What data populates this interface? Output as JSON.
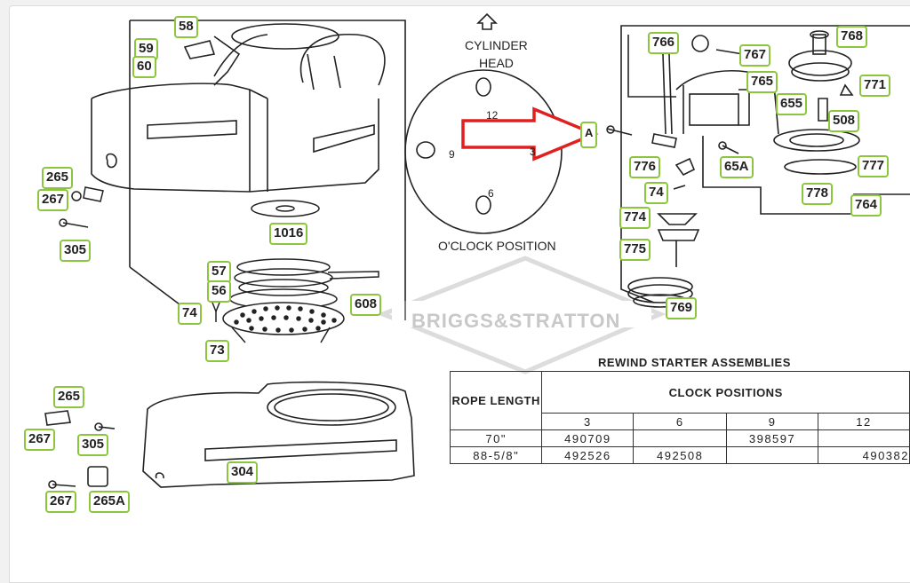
{
  "top_diagram": {
    "orientation_labels": {
      "cylinder_head": [
        "CYLINDER",
        "HEAD"
      ],
      "oclock_position": "O'CLOCK POSITION",
      "clock_numbers": [
        "12",
        "3",
        "6",
        "9"
      ]
    },
    "watermark": "BRIGGS&STRATTON",
    "arrow_color": "#e02020"
  },
  "callouts": {
    "c58": "58",
    "c59": "59",
    "c60": "60",
    "c265a": "265",
    "c267a": "267",
    "c305a": "305",
    "c1016": "1016",
    "c57": "57",
    "c56": "56",
    "c74a": "74",
    "c608": "608",
    "c73": "73",
    "c_arrow_target": "A",
    "c766": "766",
    "c767": "767",
    "c768": "768",
    "c765": "765",
    "c771": "771",
    "c655": "655",
    "c508": "508",
    "c776": "776",
    "c65A": "65A",
    "c777": "777",
    "c74b": "74",
    "c778": "778",
    "c764": "764",
    "c774": "774",
    "c775": "775",
    "c769": "769",
    "c265b": "265",
    "c267b": "267",
    "c305b": "305",
    "c304": "304",
    "c267c": "267",
    "c265A": "265A"
  },
  "table": {
    "title": "REWIND STARTER ASSEMBLIES",
    "rope_header": "ROPE LENGTH",
    "clock_header": "CLOCK POSITIONS",
    "columns": [
      "3",
      "6",
      "9",
      "12"
    ],
    "rows": [
      {
        "length": "70\"",
        "values": [
          "490709",
          "",
          "398597",
          ""
        ]
      },
      {
        "length": "88-5/8\"",
        "values": [
          "492526",
          "492508",
          "",
          "490382"
        ]
      }
    ]
  },
  "colors": {
    "callout_border": "#8cc63f",
    "line_art": "#222222"
  }
}
